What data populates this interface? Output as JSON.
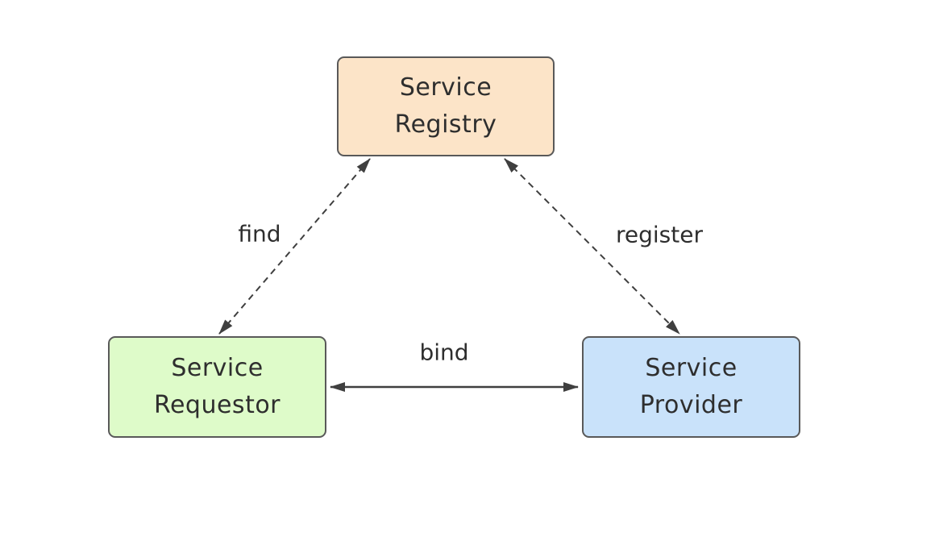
{
  "diagram": {
    "type": "architecture-triangle",
    "nodes": [
      {
        "id": "service-registry",
        "line1": "Service",
        "line2": "Registry",
        "fill": "#fce4c8"
      },
      {
        "id": "service-requestor",
        "line1": "Service",
        "line2": "Requestor",
        "fill": "#defbc9"
      },
      {
        "id": "service-provider",
        "line1": "Service",
        "line2": "Provider",
        "fill": "#c9e2fa"
      }
    ],
    "edges": [
      {
        "id": "find",
        "label": "find",
        "from": "service-requestor",
        "to": "service-registry",
        "line_style": "dashed",
        "arrows": "both"
      },
      {
        "id": "register",
        "label": "register",
        "from": "service-provider",
        "to": "service-registry",
        "line_style": "dashed",
        "arrows": "both"
      },
      {
        "id": "bind",
        "label": "bind",
        "from": "service-requestor",
        "to": "service-provider",
        "line_style": "solid",
        "arrows": "both"
      }
    ],
    "colors": {
      "node_border": "#595959",
      "arrow": "#3f3f3f",
      "text": "#2e2e2e",
      "background": "#ffffff"
    }
  }
}
